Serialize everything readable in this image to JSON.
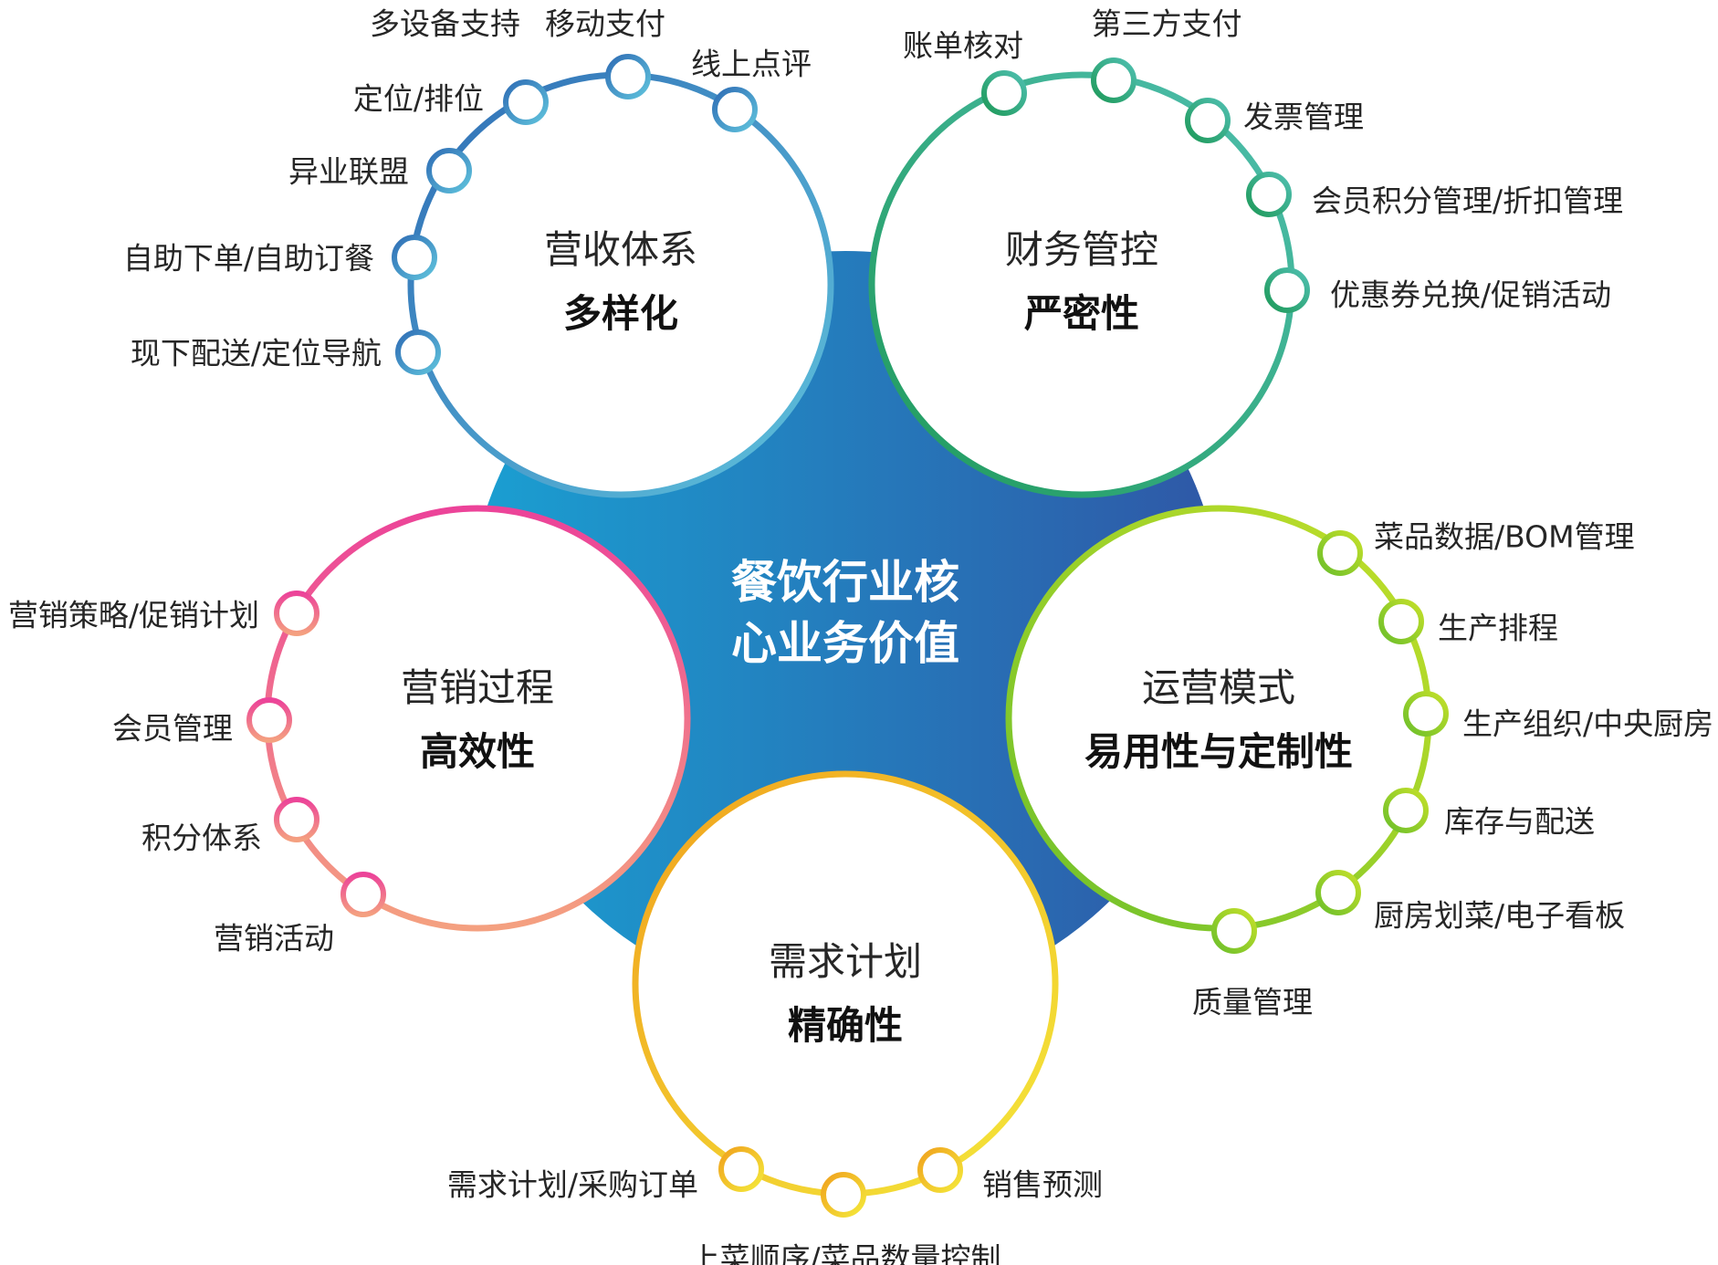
{
  "center": {
    "lines": [
      "餐饮行业核",
      "心业务价值"
    ]
  },
  "clusters": [
    {
      "id": "revenue",
      "title": "营收体系",
      "subtitle": "多样化",
      "colors": [
        "#2f6db5",
        "#5fc2dc"
      ],
      "nodes": [
        "现下配送/定位导航",
        "自助下单/自助订餐",
        "异业联盟",
        "定位/排位",
        "多设备支持",
        "移动支付",
        "线上点评"
      ]
    },
    {
      "id": "finance",
      "title": "财务管控",
      "subtitle": "严密性",
      "colors": [
        "#1f9a5a",
        "#4fbfb0"
      ],
      "nodes": [
        "账单核对",
        "第三方支付",
        "发票管理",
        "会员积分管理/折扣管理",
        "优惠券兑换/促销活动"
      ]
    },
    {
      "id": "marketing",
      "title": "营销过程",
      "subtitle": "高效性",
      "colors": [
        "#ec4399",
        "#f4a080"
      ],
      "nodes": [
        "营销策略/促销计划",
        "会员管理",
        "积分体系",
        "营销活动"
      ]
    },
    {
      "id": "operations",
      "title": "运营模式",
      "subtitle": "易用性与定制性",
      "colors": [
        "#6cbf2b",
        "#c4e02a"
      ],
      "nodes": [
        "菜品数据/BOM管理",
        "生产排程",
        "生产组织/中央厨房",
        "库存与配送",
        "厨房划菜/电子看板",
        "质量管理"
      ]
    },
    {
      "id": "demand",
      "title": "需求计划",
      "subtitle": "精确性",
      "colors": [
        "#f0a21e",
        "#f4e83a"
      ],
      "nodes": [
        "需求计划/采购订单",
        "上菜顺序/菜品数量控制",
        "销售预测"
      ]
    }
  ]
}
